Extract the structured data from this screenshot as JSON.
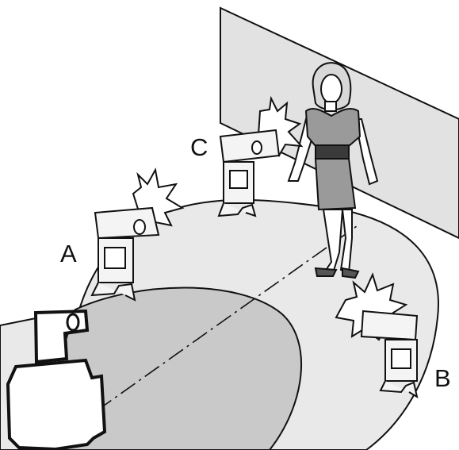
{
  "diagram": {
    "labels": {
      "flash_a": "A",
      "flash_b": "B",
      "flash_c": "C"
    },
    "colors": {
      "outline": "#111111",
      "wall": "#e2e2e2",
      "floor": "#e9e9e9",
      "coverage": "#c9c9c9",
      "flash_body": "#f4f4f4",
      "dress": "#9a9a9a",
      "belt": "#3a3a3a"
    }
  }
}
